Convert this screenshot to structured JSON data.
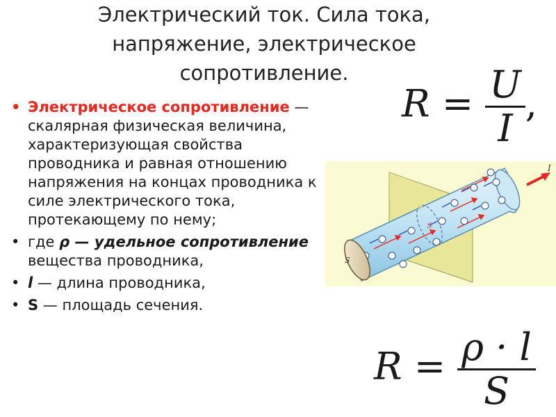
{
  "title": {
    "line1": "Электрический ток. Сила тока,",
    "line2": "напряжение, электрическое",
    "line3": "сопротивление."
  },
  "bullets": {
    "b1": {
      "term": "Электрическое сопротивление",
      "text": " — скалярная физическая величина, характеризующая свойства проводника и равная отношению напряжения на концах проводника к силе электрического тока, протекающему по нему;"
    },
    "b2": {
      "pre": "где ",
      "term": "ρ — удельное сопротивление",
      "text": " вещества проводника,"
    },
    "b3": {
      "term": "l",
      "text": " — длина проводника,"
    },
    "b4": {
      "term": "S",
      "text": " — площадь сечения."
    },
    "marker": "•"
  },
  "formula1": {
    "lhs": "R",
    "eq": "=",
    "num": "U",
    "den": "I",
    "comma": ","
  },
  "formula2": {
    "lhs": "R",
    "eq": "=",
    "num": "ρ · l",
    "den": "S"
  },
  "figure": {
    "current_label": "I",
    "area_label": "S",
    "ring_label": "S"
  },
  "colors": {
    "accent": "#e8281e",
    "figure_bg": "#fbfbd3",
    "cylinder": "#bfe2f4"
  }
}
